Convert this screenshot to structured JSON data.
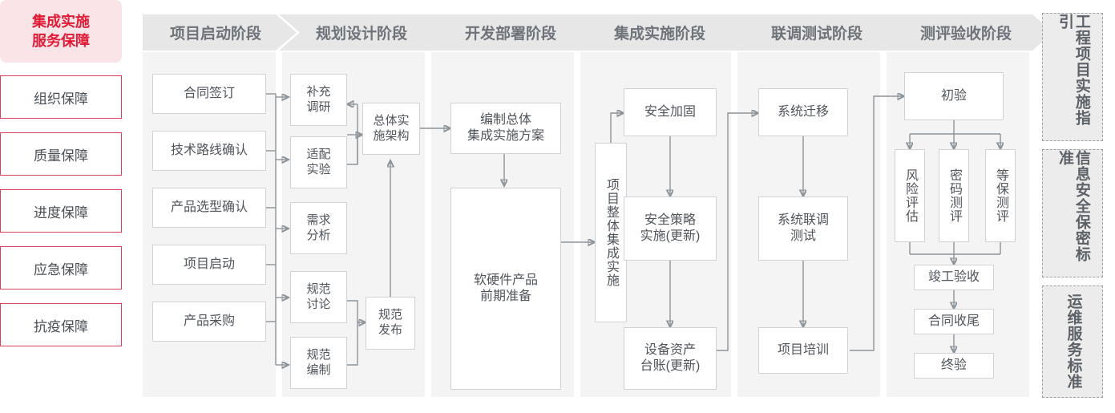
{
  "left_rail": {
    "title": "集成实施\n服务保障",
    "title_line1": "集成实施",
    "title_line2": "服务保障",
    "items": [
      {
        "label": "组织保障"
      },
      {
        "label": "质量保障"
      },
      {
        "label": "进度保障"
      },
      {
        "label": "应急保障"
      },
      {
        "label": "抗疫保障"
      }
    ]
  },
  "stages": [
    {
      "label": "项目启动阶段"
    },
    {
      "label": "规划设计阶段"
    },
    {
      "label": "开发部署阶段"
    },
    {
      "label": "集成实施阶段"
    },
    {
      "label": "联调测试阶段"
    },
    {
      "label": "测评验收阶段"
    }
  ],
  "nodes": {
    "s1": [
      {
        "label": "合同签订"
      },
      {
        "label": "技术路线确认"
      },
      {
        "label": "产品选型确认"
      },
      {
        "label": "项目启动"
      },
      {
        "label": "产品采购"
      }
    ],
    "s2": [
      {
        "label": "补充\n调研",
        "l1": "补充",
        "l2": "调研"
      },
      {
        "label": "适配\n实验",
        "l1": "适配",
        "l2": "实验"
      },
      {
        "label": "需求\n分析",
        "l1": "需求",
        "l2": "分析"
      },
      {
        "label": "规范\n讨论",
        "l1": "规范",
        "l2": "讨论"
      },
      {
        "label": "规范\n编制",
        "l1": "规范",
        "l2": "编制"
      },
      {
        "label": "总体实\n施架构",
        "l1": "总体实",
        "l2": "施架构"
      },
      {
        "label": "规范\n发布",
        "l1": "规范",
        "l2": "发布"
      }
    ],
    "s3": [
      {
        "label": "编制总体\n集成实施方案",
        "l1": "编制总体",
        "l2": "集成实施方案"
      },
      {
        "label": "软硬件产品\n前期准备",
        "l1": "软硬件产品",
        "l2": "前期准备"
      }
    ],
    "s4": [
      {
        "label": "项目整体集成实施"
      },
      {
        "label": "安全加固"
      },
      {
        "label": "安全策略\n实施(更新)",
        "l1": "安全策略",
        "l2": "实施(更新)"
      },
      {
        "label": "设备资产\n台账(更新)",
        "l1": "设备资产",
        "l2": "台账(更新)"
      }
    ],
    "s5": [
      {
        "label": "系统迁移"
      },
      {
        "label": "系统联调\n测试",
        "l1": "系统联调",
        "l2": "测试"
      },
      {
        "label": "项目培训"
      }
    ],
    "s6": [
      {
        "label": "初验"
      },
      {
        "label": "风险评估"
      },
      {
        "label": "密码测评"
      },
      {
        "label": "等保测评"
      },
      {
        "label": "竣工验收"
      },
      {
        "label": "合同收尾"
      },
      {
        "label": "终验"
      }
    ]
  },
  "right_rail": [
    {
      "label": "工程项目实施指引"
    },
    {
      "label": "信息安全保密标准"
    },
    {
      "label": "运维服务标准"
    }
  ],
  "colors": {
    "accent_red": "#e01b36",
    "accent_pink_bg": "#fbe4e8",
    "accent_border": "#d9415c",
    "stage_header": "#e7e7e7",
    "panel_bg": "#f4f4f4",
    "node_border": "#cfd3d6",
    "wire": "#8d9499",
    "text": "#50555b"
  }
}
